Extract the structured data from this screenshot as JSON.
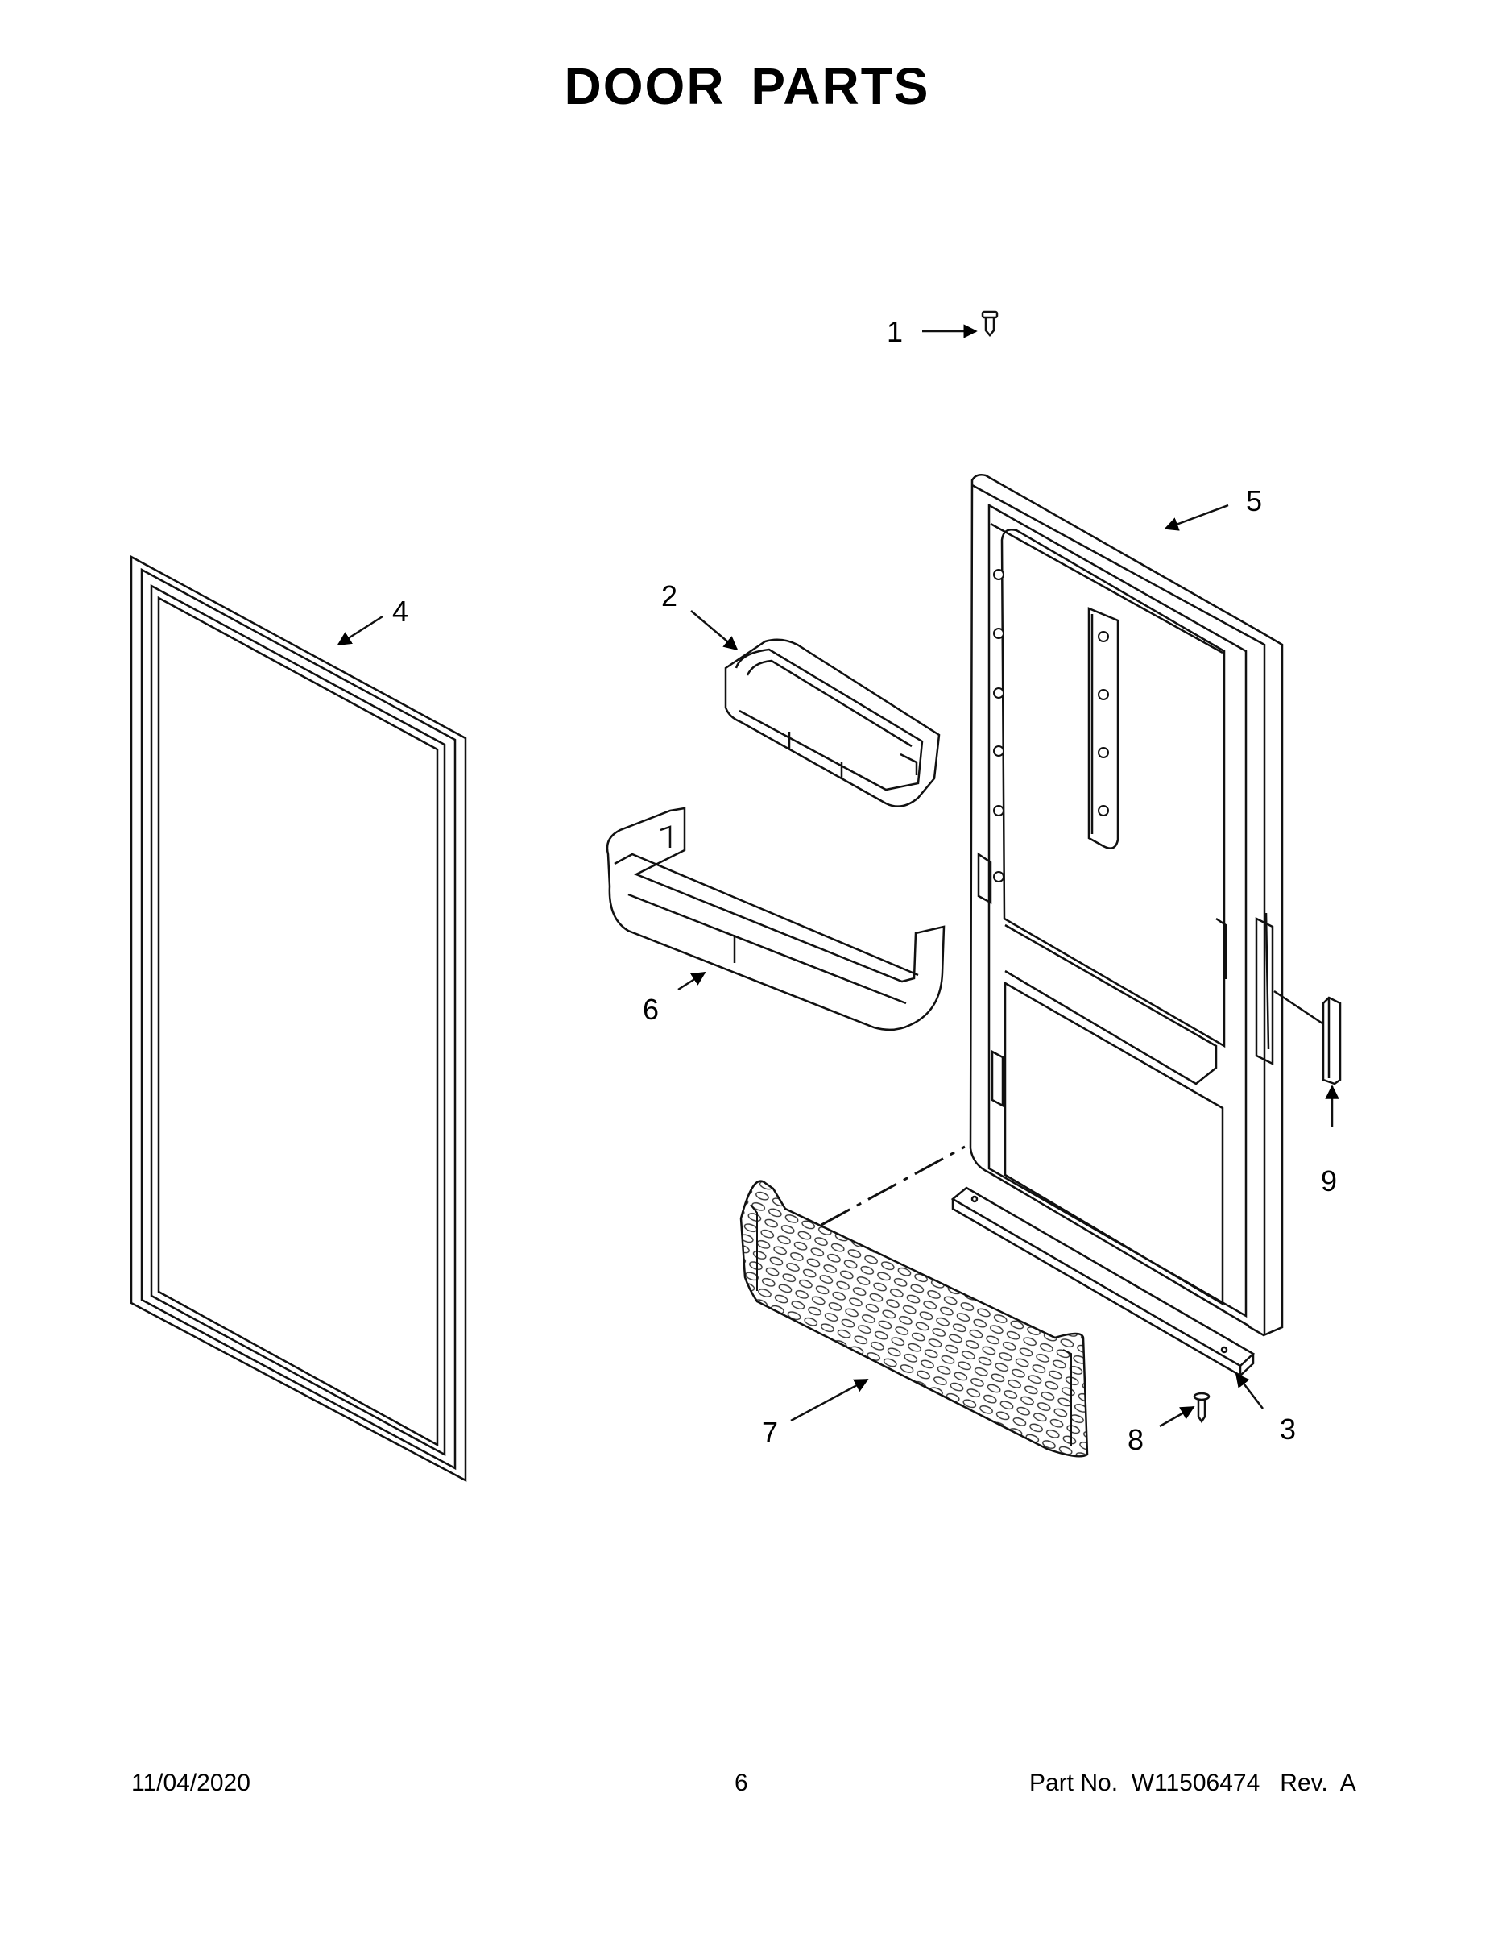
{
  "title": "DOOR  PARTS",
  "callouts": [
    "1",
    "2",
    "3",
    "4",
    "5",
    "6",
    "7",
    "8",
    "9"
  ],
  "footer": {
    "date": "11/04/2020",
    "page": "6",
    "part_info": "Part No.  W11506474   Rev.  A"
  }
}
